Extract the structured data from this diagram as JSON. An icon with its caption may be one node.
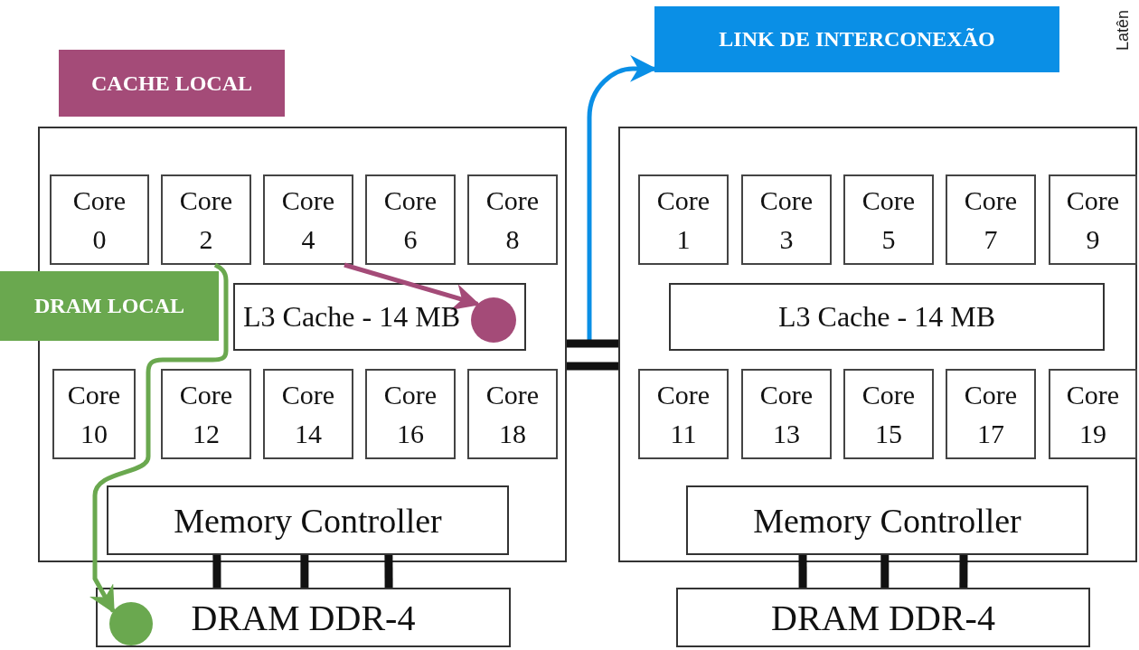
{
  "diagram": {
    "nodes": [
      {
        "text": [],
        "shape": "box"
      },
      {
        "text": [
          "Core 0"
        ],
        "in": 0
      },
      {
        "text": [
          "Core 2"
        ],
        "in": 0
      },
      {
        "text": [
          "Core 4"
        ],
        "in": 0
      },
      {
        "text": [
          "Core 6"
        ],
        "in": 0
      },
      {
        "text": [
          "Core 8"
        ],
        "in": 0
      },
      {
        "text": [
          "L3 Cache - 14 MB"
        ],
        "in": 0
      },
      {
        "text": [
          "Core 10"
        ],
        "in": 0
      },
      {
        "text": [
          "Core 12"
        ],
        "in": 0
      },
      {
        "text": [
          "Core 14"
        ],
        "in": 0
      },
      {
        "text": [
          "Core 16"
        ],
        "in": 0
      },
      {
        "text": [
          "Core 18"
        ],
        "in": 0
      },
      {
        "text": [
          "Memory Controller"
        ],
        "in": 0
      },
      {
        "text": [
          "DRAM DDR-4"
        ]
      },
      {
        "text": [],
        "shape": "box"
      },
      {
        "text": [
          "Core 1"
        ],
        "in": 14
      },
      {
        "text": [
          "Core 3"
        ],
        "in": 14
      },
      {
        "text": [
          "Core 5"
        ],
        "in": 14
      },
      {
        "text": [
          "Core 7"
        ],
        "in": 14
      },
      {
        "text": [
          "Core 9"
        ],
        "in": 14
      },
      {
        "text": [
          "L3 Cache - 14 MB"
        ],
        "in": 14
      },
      {
        "text": [
          "Core 11"
        ],
        "in": 14
      },
      {
        "text": [
          "Core 13"
        ],
        "in": 14
      },
      {
        "text": [
          "Core 15"
        ],
        "in": 14
      },
      {
        "text": [
          "Core 17"
        ],
        "in": 14
      },
      {
        "text": [
          "Core 19"
        ],
        "in": 14
      },
      {
        "text": [
          "Memory Controller"
        ],
        "in": 14
      },
      {
        "text": [
          "DRAM DDR-4"
        ]
      },
      {
        "text": [
          "CACHE LOCAL"
        ]
      },
      {
        "text": [
          "DRAM LOCAL"
        ]
      },
      {
        "text": [
          "LINK DE INTERCONEXÃO"
        ]
      },
      {
        "text": [],
        "shape": "circle",
        "in": 6
      },
      {
        "text": [],
        "shape": "circle",
        "in": 13
      }
    ],
    "edges": [
      {
        "from": 3,
        "to": 31,
        "arrow": "to",
        "color": "#a44b78"
      },
      {
        "from": 2,
        "to": 32,
        "arrow": "to",
        "color": "#6aa84f"
      },
      {
        "from": null,
        "to": 30,
        "arrow": "to",
        "color": "#0a8fe6"
      },
      {
        "from": 0,
        "to": 14,
        "arrow": "none"
      },
      {
        "from": 0,
        "to": 14,
        "arrow": "none"
      },
      {
        "from": 12,
        "to": 13,
        "arrow": "none"
      },
      {
        "from": 12,
        "to": 13,
        "arrow": "none"
      },
      {
        "from": 12,
        "to": 13,
        "arrow": "none"
      },
      {
        "from": 26,
        "to": 27,
        "arrow": "none"
      },
      {
        "from": 26,
        "to": 27,
        "arrow": "none"
      },
      {
        "from": 26,
        "to": 27,
        "arrow": "none"
      }
    ],
    "labels": [
      "Latên"
    ]
  }
}
